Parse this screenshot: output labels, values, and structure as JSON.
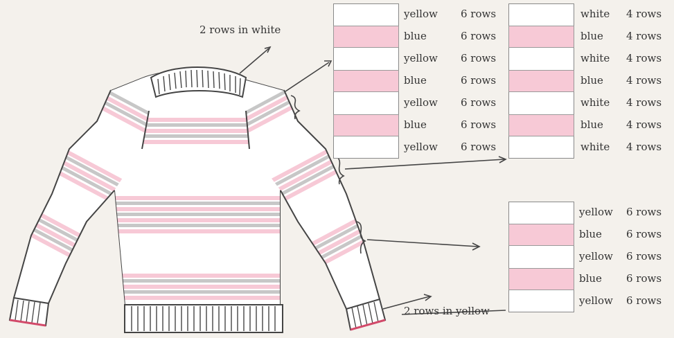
{
  "callouts": {
    "top": "2 rows in white",
    "bottom": "2 rows in yellow"
  },
  "legends": [
    {
      "rows": [
        {
          "color": "yellow",
          "count": "6 rows"
        },
        {
          "color": "blue",
          "count": "6 rows"
        },
        {
          "color": "yellow",
          "count": "6 rows"
        },
        {
          "color": "blue",
          "count": "6 rows"
        },
        {
          "color": "yellow",
          "count": "6 rows"
        },
        {
          "color": "blue",
          "count": "6 rows"
        },
        {
          "color": "yellow",
          "count": "6 rows"
        }
      ]
    },
    {
      "rows": [
        {
          "color": "white",
          "count": "4 rows"
        },
        {
          "color": "blue",
          "count": "4 rows"
        },
        {
          "color": "white",
          "count": "4 rows"
        },
        {
          "color": "blue",
          "count": "4 rows"
        },
        {
          "color": "white",
          "count": "4 rows"
        },
        {
          "color": "blue",
          "count": "4 rows"
        },
        {
          "color": "white",
          "count": "4 rows"
        }
      ]
    },
    {
      "rows": [
        {
          "color": "yellow",
          "count": "6 rows"
        },
        {
          "color": "blue",
          "count": "6 rows"
        },
        {
          "color": "yellow",
          "count": "6 rows"
        },
        {
          "color": "blue",
          "count": "6 rows"
        },
        {
          "color": "yellow",
          "count": "6 rows"
        }
      ]
    }
  ],
  "palette": {
    "pink": "#f7c9d6",
    "grey": "#bdbdbd",
    "outline": "#444444",
    "cuff": "#d24a6a"
  }
}
